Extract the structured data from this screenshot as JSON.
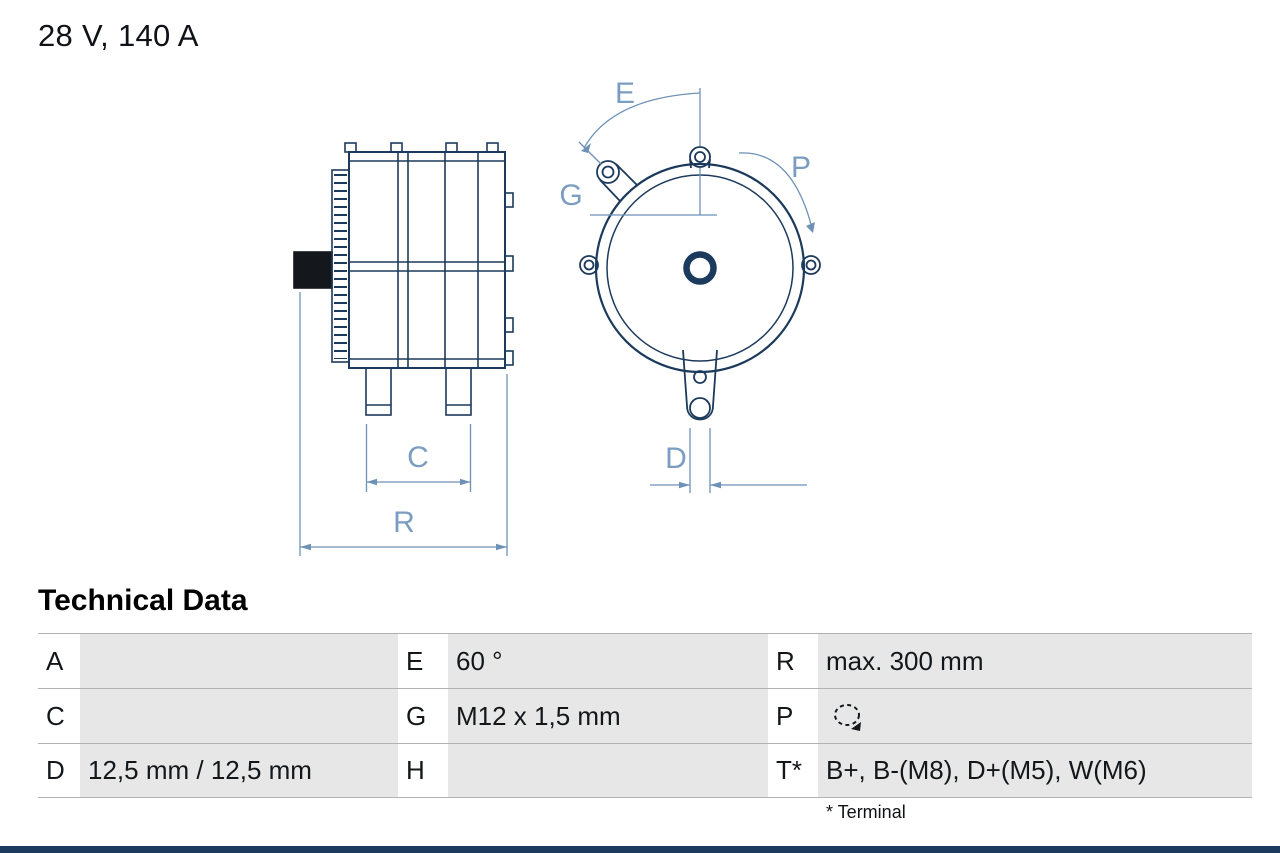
{
  "header": {
    "rating": "28 V, 140 A"
  },
  "diagram": {
    "labels": {
      "E": "E",
      "G": "G",
      "P": "P",
      "C": "C",
      "R": "R",
      "D": "D"
    }
  },
  "table": {
    "title": "Technical Data",
    "footnote": "* Terminal",
    "rows": [
      {
        "k1": "A",
        "v1": "",
        "k2": "E",
        "v2": "60 °",
        "k3": "R",
        "v3": "max. 300 mm"
      },
      {
        "k1": "C",
        "v1": "",
        "k2": "G",
        "v2": "M12 x 1,5 mm",
        "k3": "P",
        "v3": "",
        "v3_icon": "rotation-direction"
      },
      {
        "k1": "D",
        "v1": "12,5 mm / 12,5 mm",
        "k2": "H",
        "v2": "",
        "k3": "T*",
        "v3": "B+, B-(M8), D+(M5), W(M6)"
      }
    ]
  },
  "colors": {
    "line": "#1c3a5c",
    "dimension": "#6e91b6",
    "dim_label": "#7b9dc1",
    "cell_fill": "#e7e7e7",
    "bottom_bar": "#1b3a5e"
  }
}
